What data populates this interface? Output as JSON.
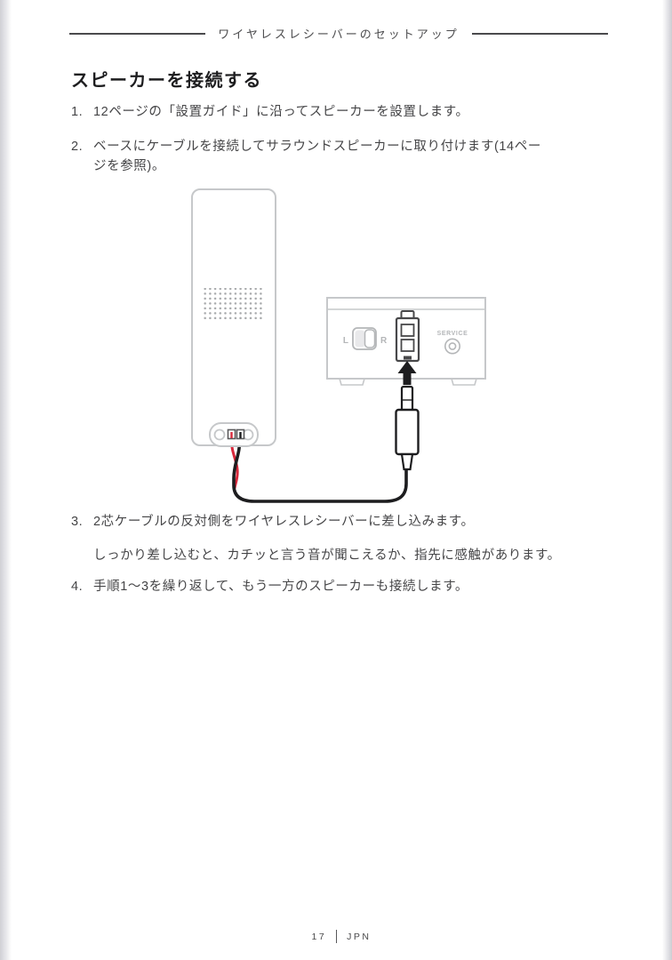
{
  "header": {
    "title": "ワイヤレスレシーバーのセットアップ"
  },
  "section": {
    "title": "スピーカーを接続する"
  },
  "steps": [
    {
      "num": "1.",
      "line1": "12ページの「設置ガイド」に沿ってスピーカーを設置します。"
    },
    {
      "num": "2.",
      "line1": "ベースにケーブルを接続してサラウンドスピーカーに取り付けます(14ペー",
      "line2": "ジを参照)。"
    },
    {
      "num": "3.",
      "line1": "2芯ケーブルの反対側をワイヤレスレシーバーに差し込みます。",
      "note": "しっかり差し込むと、カチッと言う音が聞こえるか、指先に感触があります。"
    },
    {
      "num": "4.",
      "line1": "手順1～3を繰り返して、もう一方のスピーカーも接続します。"
    }
  ],
  "diagram": {
    "receiver": {
      "left_label": "L",
      "right_label": "R",
      "service_label": "SERVICE"
    },
    "colors": {
      "outline_gray": "#c6c8ca",
      "label_gray": "#b4b6b8",
      "dark": "#1d1d1f",
      "port_dark": "#48484a",
      "red_wire": "#d8293c"
    }
  },
  "footer": {
    "page_number": "17",
    "language": "JPN"
  }
}
